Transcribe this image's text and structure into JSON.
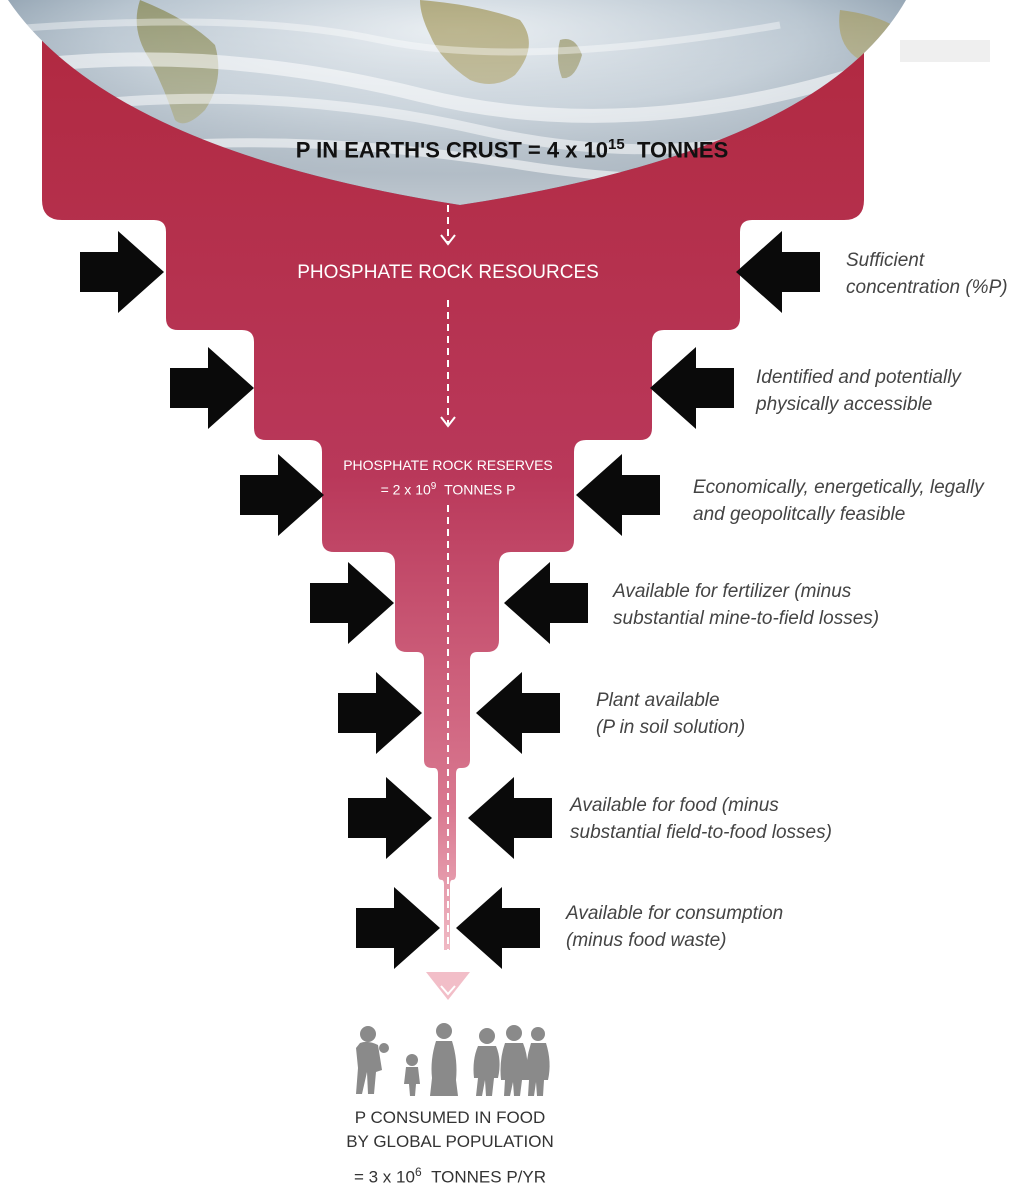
{
  "crust": {
    "label": "P IN EARTH'S CRUST = 4 x 10",
    "exponent": "15",
    "unit": "TONNES"
  },
  "stages": {
    "resources": {
      "label": "PHOSPHATE ROCK RESOURCES"
    },
    "reserves": {
      "line1": "PHOSPHATE ROCK RESERVES",
      "line2_pre": "=  2 x 10",
      "exponent": "9",
      "line2_post": "TONNES P"
    }
  },
  "constraints": [
    {
      "line1": "Sufficient",
      "line2": "concentration (%P)"
    },
    {
      "line1": "Identified and potentially",
      "line2": "physically accessible"
    },
    {
      "line1": "Economically, energetically, legally",
      "line2": "and geopolitcally feasible"
    },
    {
      "line1": "Available for fertilizer (minus",
      "line2": "substantial mine-to-field losses)"
    },
    {
      "line1": "Plant available",
      "line2": "(P in soil solution)"
    },
    {
      "line1": "Available for food (minus",
      "line2": "substantial field-to-food losses)"
    },
    {
      "line1": "Available for consumption",
      "line2": "(minus food waste)"
    }
  ],
  "consumption": {
    "line1": "P CONSUMED IN FOOD",
    "line2": "BY GLOBAL POPULATION",
    "line3_pre": "= 3 x 10",
    "exponent": "6",
    "line3_post": "TONNES P/YR"
  },
  "colors": {
    "funnel_top": "#b0283f",
    "funnel_bottom": "#e59aa8",
    "arrow": "#0a0a0a",
    "text": "#444444",
    "people": "#8a8a8a"
  }
}
